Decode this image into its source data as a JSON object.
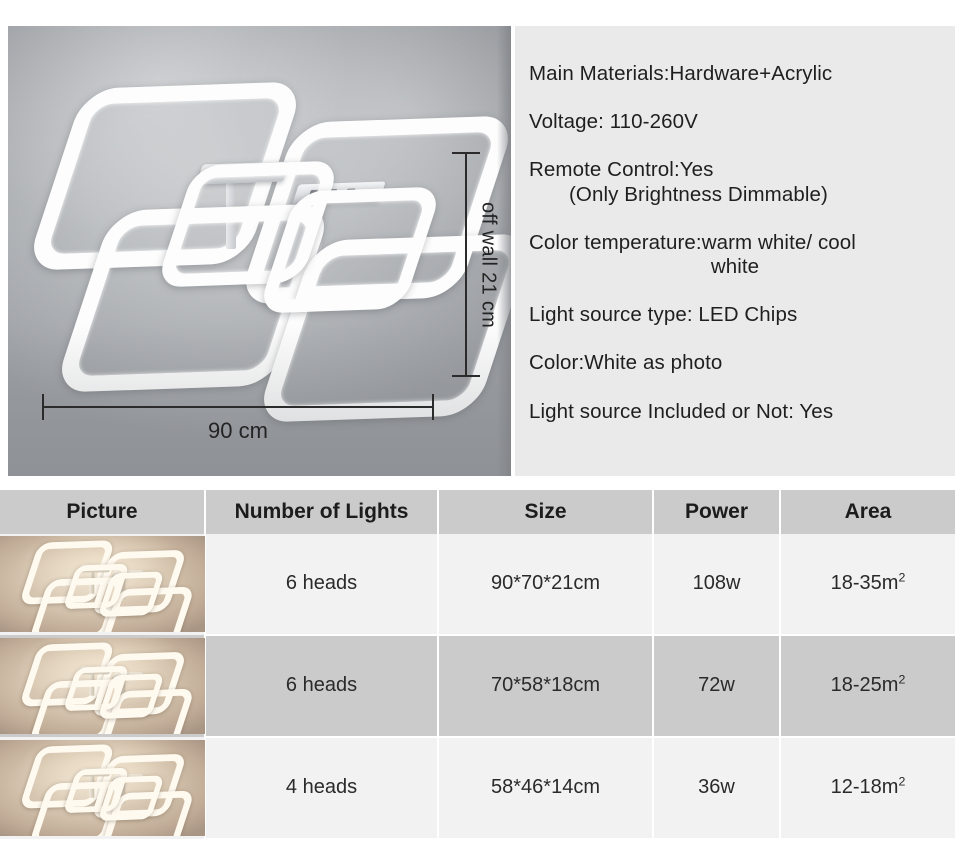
{
  "hero": {
    "dimension_vertical": "off wall 21 cm",
    "dimension_horizontal": "90 cm"
  },
  "specs": {
    "main_materials": "Main Materials:Hardware+Acrylic",
    "voltage": "Voltage: 110-260V",
    "remote_control": "Remote Control:Yes",
    "remote_control_note": "(Only Brightness Dimmable)",
    "color_temperature": "Color temperature:warm white/ cool",
    "color_temperature_cont": "white",
    "light_source_type": "Light source type: LED Chips",
    "color": "Color:White as photo",
    "light_source_included": "Light source Included or Not: Yes"
  },
  "table": {
    "headers": {
      "picture": "Picture",
      "number_of_lights": "Number of Lights",
      "size": "Size",
      "power": "Power",
      "area": "Area"
    },
    "rows": [
      {
        "number_of_lights": "6 heads",
        "size": "90*70*21cm",
        "power": "108w",
        "area_value": "18-35m",
        "area_unit": "2"
      },
      {
        "number_of_lights": "6 heads",
        "size": "70*58*18cm",
        "power": "72w",
        "area_value": "18-25m",
        "area_unit": "2"
      },
      {
        "number_of_lights": "4 heads",
        "size": "58*46*14cm",
        "power": "36w",
        "area_value": "12-18m",
        "area_unit": "2"
      }
    ]
  },
  "colors": {
    "spec_panel_bg": "#eaeaea",
    "table_header_bg": "#cbcbcb",
    "row_light_bg": "#f2f2f2",
    "row_dark_bg": "#cbcbcb",
    "text": "#1f1f1f"
  }
}
